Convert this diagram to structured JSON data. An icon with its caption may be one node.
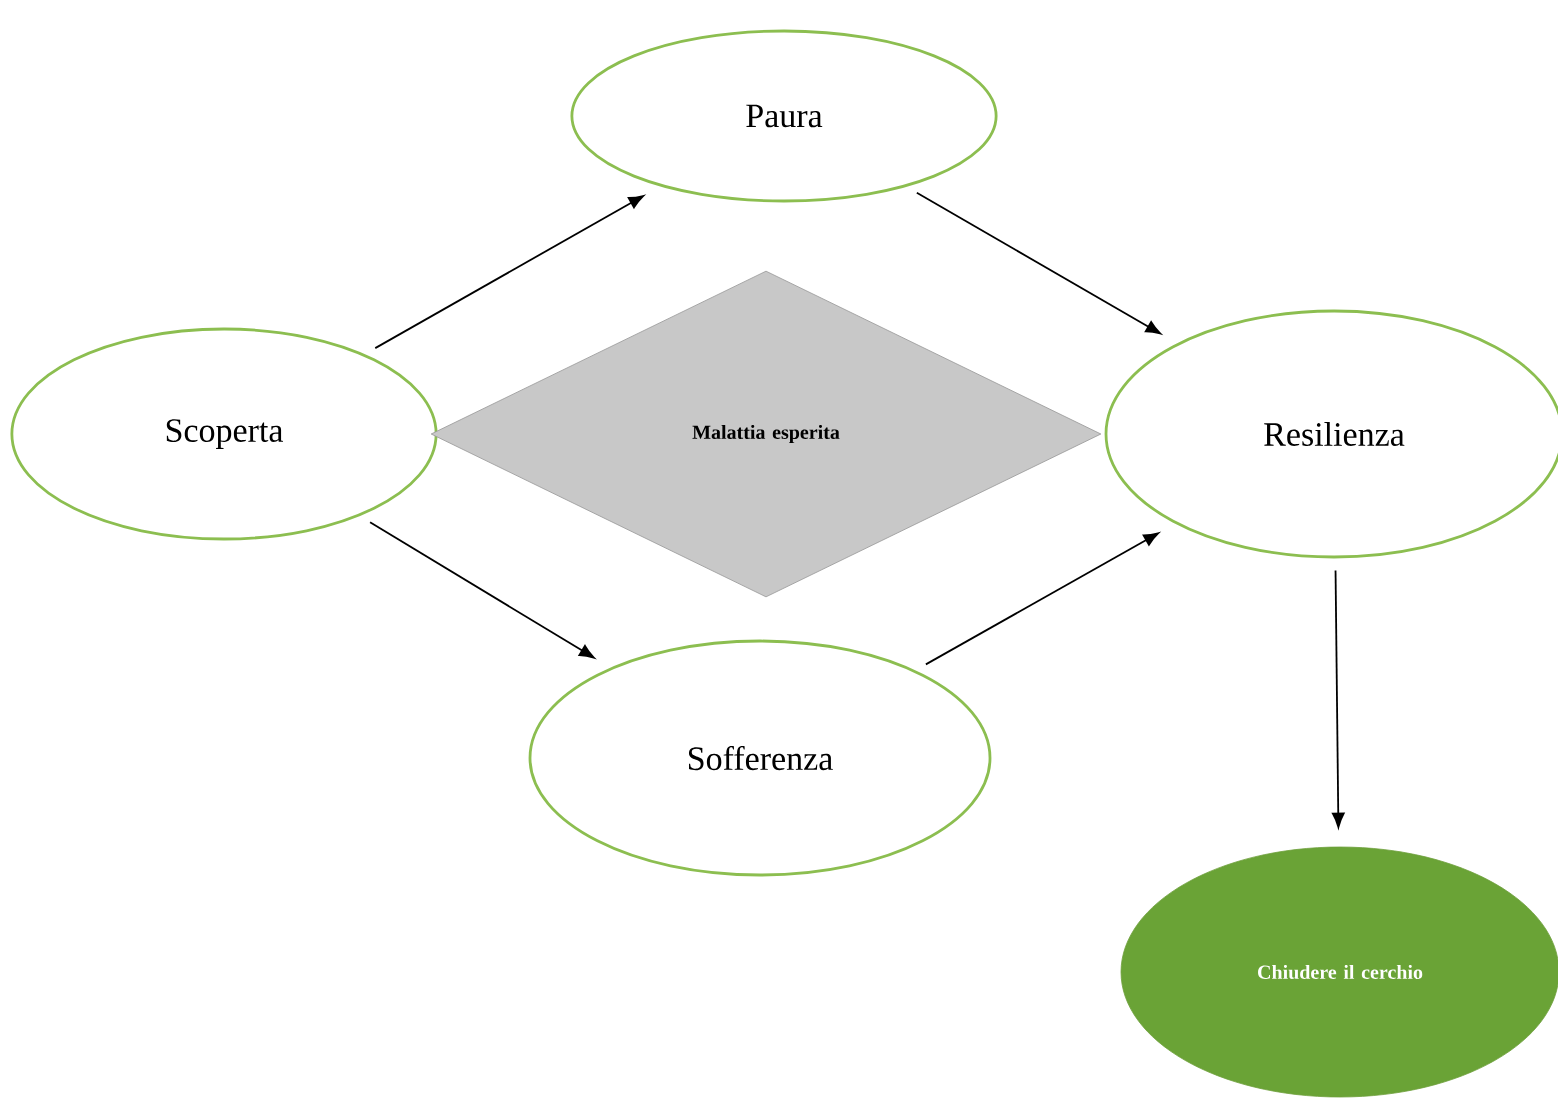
{
  "diagram": {
    "nodes": [
      {
        "text": [
          "Paura"
        ]
      },
      {
        "text": [
          "Scoperta"
        ]
      },
      {
        "text": [
          "Malattia esperita"
        ]
      },
      {
        "text": [
          "Resilienza"
        ]
      },
      {
        "text": [
          "Sofferenza"
        ]
      },
      {
        "text": [
          "Chiudere il cerchio"
        ]
      }
    ],
    "edges": [
      {
        "from": 1,
        "to": 0,
        "arrow": "to"
      },
      {
        "from": 0,
        "to": 3,
        "arrow": "to"
      },
      {
        "from": 1,
        "to": 4,
        "arrow": "to"
      },
      {
        "from": 4,
        "to": 3,
        "arrow": "to"
      },
      {
        "from": 3,
        "to": 5,
        "arrow": "to"
      }
    ]
  }
}
